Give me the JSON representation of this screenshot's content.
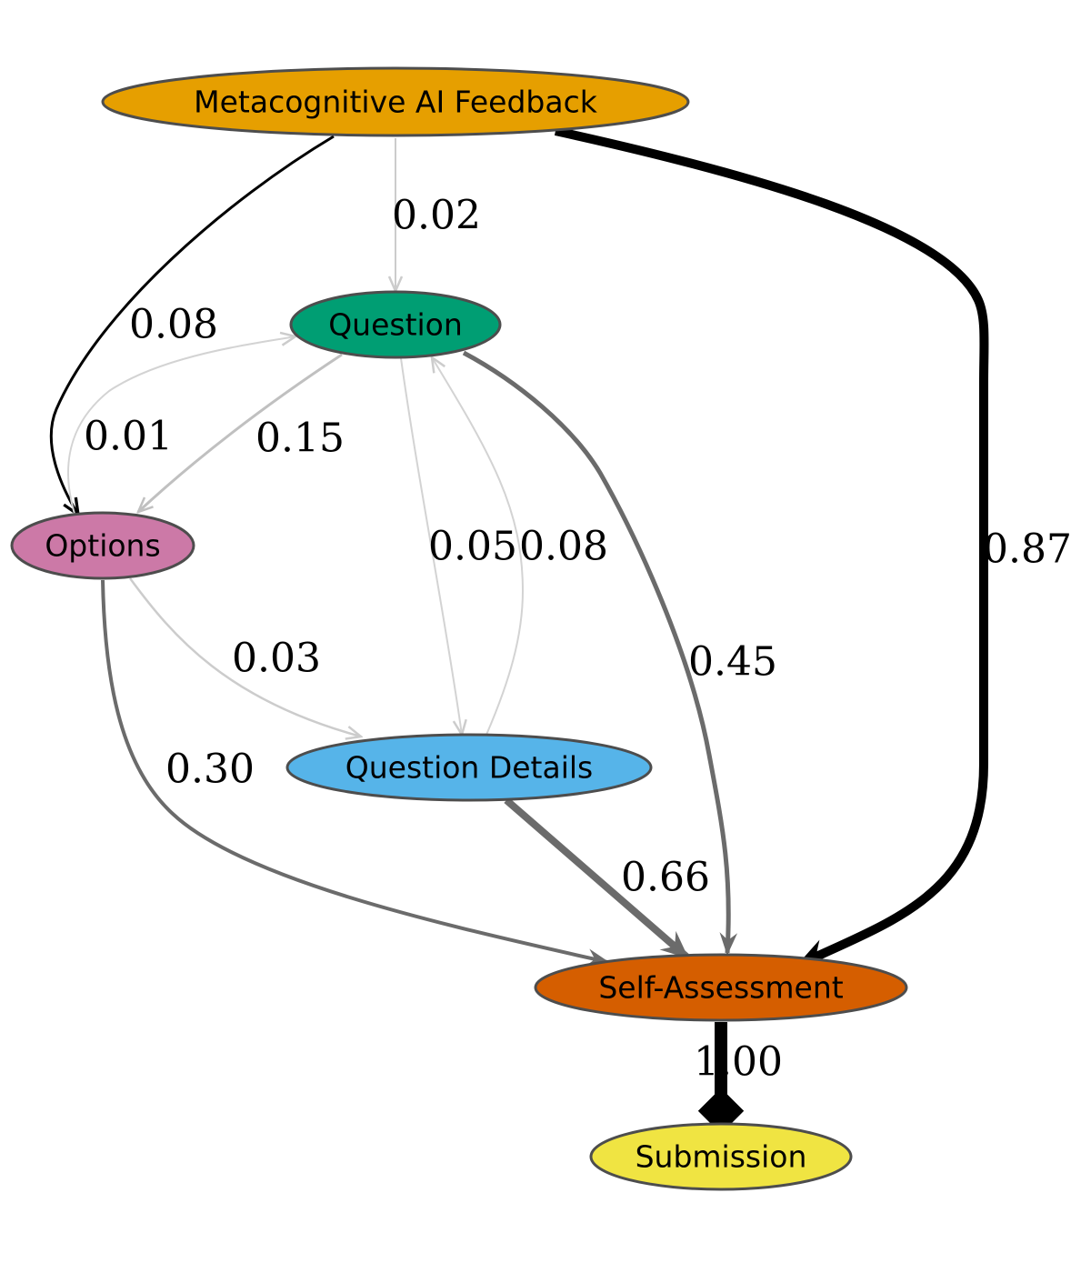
{
  "nodes": {
    "metacognitive_ai_feedback": {
      "label": "Metacognitive AI Feedback",
      "color": "#E69F00"
    },
    "question": {
      "label": "Question",
      "color": "#009E73"
    },
    "options": {
      "label": "Options",
      "color": "#CC79A7"
    },
    "question_details": {
      "label": "Question Details",
      "color": "#56B4E9"
    },
    "self_assessment": {
      "label": "Self-Assessment",
      "color": "#D55E00"
    },
    "submission": {
      "label": "Submission",
      "color": "#F0E442"
    }
  },
  "edges": {
    "feedback_to_question": {
      "from": "Metacognitive AI Feedback",
      "to": "Question",
      "weight": 0.02,
      "label": "0.02",
      "color": "#cccccc"
    },
    "feedback_to_options": {
      "from": "Metacognitive AI Feedback",
      "to": "Options",
      "weight": 0.08,
      "label": "0.08",
      "color": "#000000"
    },
    "feedback_to_self_assessment": {
      "from": "Metacognitive AI Feedback",
      "to": "Self-Assessment",
      "weight": 0.87,
      "label": "0.87",
      "color": "#000000"
    },
    "options_to_question": {
      "from": "Options",
      "to": "Question",
      "weight": 0.01,
      "label": "0.01",
      "color": "#d3d3d3"
    },
    "question_to_options": {
      "from": "Question",
      "to": "Options",
      "weight": 0.15,
      "label": "0.15",
      "color": "#c0c0c0"
    },
    "question_to_question_details": {
      "from": "Question",
      "to": "Question Details",
      "weight": 0.05,
      "label": "0.05",
      "color": "#d3d3d3"
    },
    "question_details_to_question": {
      "from": "Question Details",
      "to": "Question",
      "weight": 0.08,
      "label": "0.08",
      "color": "#d3d3d3"
    },
    "question_to_self_assessment": {
      "from": "Question",
      "to": "Self-Assessment",
      "weight": 0.45,
      "label": "0.45",
      "color": "#6b6b6b"
    },
    "options_to_question_details": {
      "from": "Options",
      "to": "Question Details",
      "weight": 0.03,
      "label": "0.03",
      "color": "#cccccc"
    },
    "options_to_self_assessment": {
      "from": "Options",
      "to": "Self-Assessment",
      "weight": 0.3,
      "label": "0.30",
      "color": "#6b6b6b"
    },
    "question_details_to_self_assessment": {
      "from": "Question Details",
      "to": "Self-Assessment",
      "weight": 0.66,
      "label": "0.66",
      "color": "#6b6b6b"
    },
    "self_assessment_to_submission": {
      "from": "Self-Assessment",
      "to": "Submission",
      "weight": 1.0,
      "label": "1.00",
      "color": "#000000"
    }
  }
}
